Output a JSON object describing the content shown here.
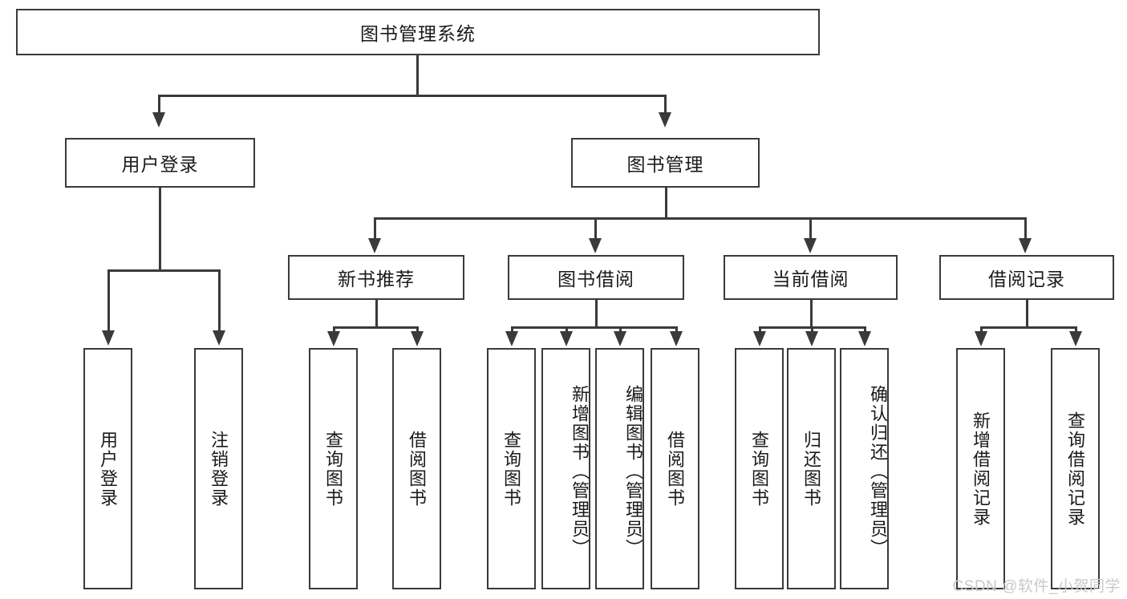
{
  "diagram": {
    "title": "图书管理系统",
    "root": {
      "label": "图书管理系统"
    },
    "level2": [
      {
        "label": "用户登录"
      },
      {
        "label": "图书管理"
      }
    ],
    "level3": [
      {
        "label": "新书推荐"
      },
      {
        "label": "图书借阅"
      },
      {
        "label": "当前借阅"
      },
      {
        "label": "借阅记录"
      }
    ],
    "leaves": {
      "user_login": [
        {
          "label": "用户登录"
        },
        {
          "label": "注销登录"
        }
      ],
      "new_book": [
        {
          "label": "查询图书"
        },
        {
          "label": "借阅图书"
        }
      ],
      "book_borrow": [
        {
          "label": "查询图书"
        },
        {
          "label": "新增图书（管理员）"
        },
        {
          "label": "编辑图书（管理员）"
        },
        {
          "label": "借阅图书"
        }
      ],
      "current_borrow": [
        {
          "label": "查询图书"
        },
        {
          "label": "归还图书"
        },
        {
          "label": "确认归还（管理员）"
        }
      ],
      "borrow_record": [
        {
          "label": "新增借阅记录"
        },
        {
          "label": "查询借阅记录"
        }
      ]
    }
  },
  "watermark": {
    "text": "CSDN @软件_小贺同学"
  },
  "colors": {
    "border": "#3a3a3a",
    "background": "#ffffff",
    "text": "#1a1a1a",
    "watermark": "#c9c9c9"
  }
}
